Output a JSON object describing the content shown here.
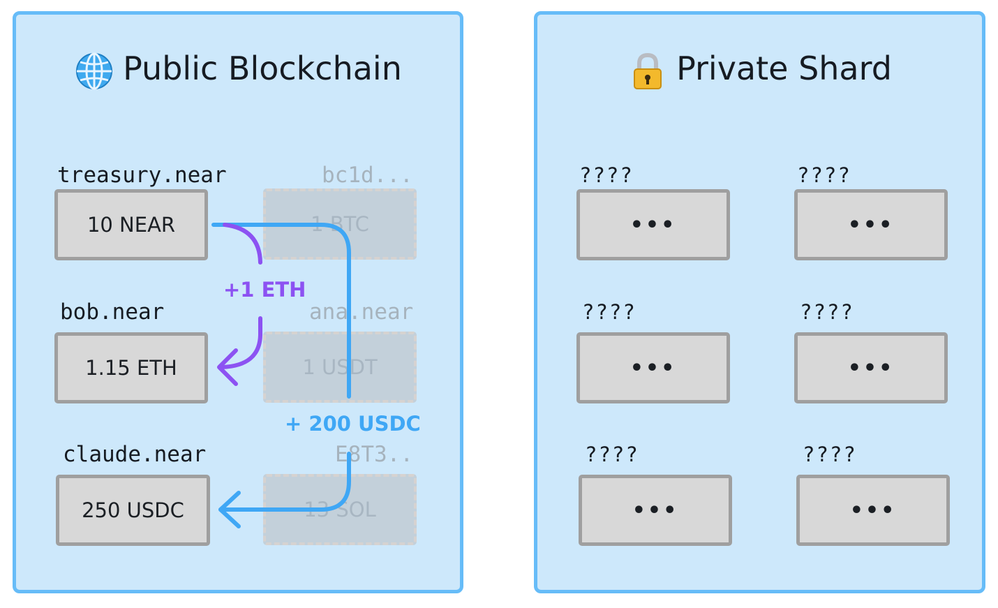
{
  "public_panel": {
    "title": "Public Blockchain",
    "icon": "globe-icon",
    "accounts": [
      {
        "name": "treasury.near",
        "balance": "10 NEAR"
      },
      {
        "name": "bob.near",
        "balance": "1.15 ETH"
      },
      {
        "name": "claude.near",
        "balance": "250 USDC"
      }
    ],
    "other_accounts": [
      {
        "name": "bc1d...",
        "balance": "1  BTC"
      },
      {
        "name": "ana.near",
        "balance": "1  USDT"
      },
      {
        "name": "E8T3..",
        "balance": "13  SOL"
      }
    ],
    "transfers": [
      {
        "label": "+1 ETH",
        "color": "#8c52f2"
      },
      {
        "label": "+ 200 USDC",
        "color": "#3fa7f5"
      }
    ]
  },
  "private_panel": {
    "title": "Private Shard",
    "icon": "lock-icon",
    "slots": [
      {
        "name": "????",
        "value": "•••"
      },
      {
        "name": "????",
        "value": "•••"
      },
      {
        "name": "????",
        "value": "•••"
      },
      {
        "name": "????",
        "value": "•••"
      },
      {
        "name": "????",
        "value": "•••"
      },
      {
        "name": "????",
        "value": "•••"
      }
    ]
  },
  "colors": {
    "panel_bg": "#cde8fb",
    "panel_border": "#66bcf8",
    "eth_arrow": "#8c52f2",
    "usdc_arrow": "#3fa7f5"
  }
}
